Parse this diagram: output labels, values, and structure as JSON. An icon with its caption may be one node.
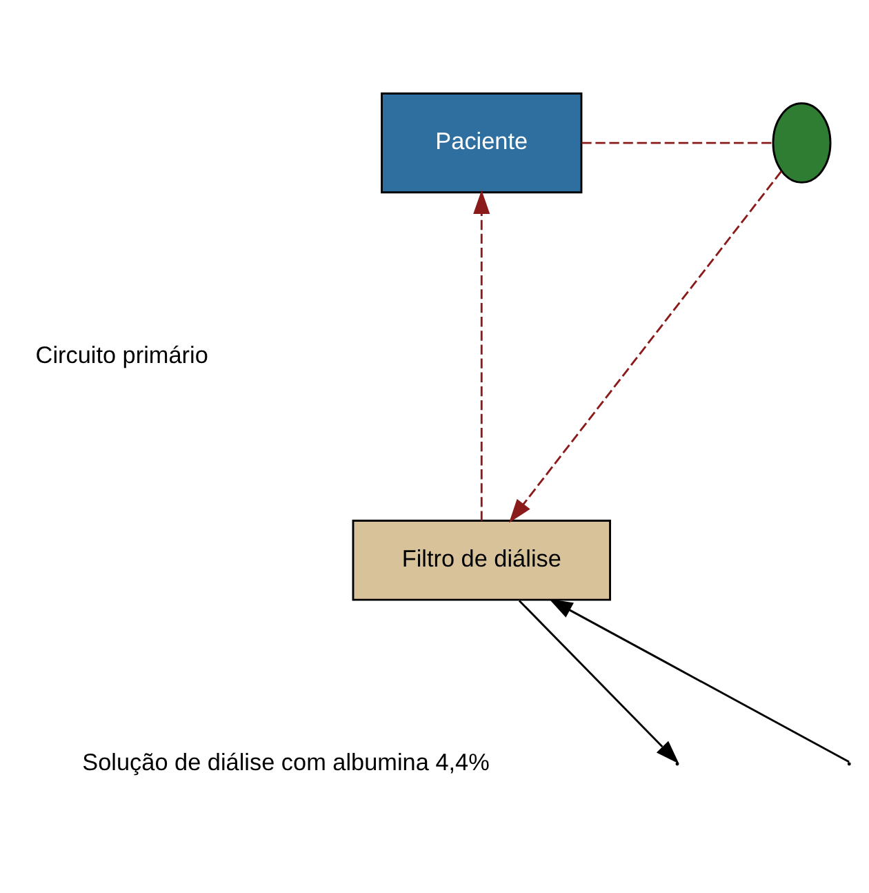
{
  "diagram": {
    "nodes": [
      {
        "text": [
          "Paciente"
        ]
      },
      {
        "text": [],
        "shape": "ellipse"
      },
      {
        "text": [
          "Filtro de diálise"
        ]
      }
    ],
    "edges": [
      {
        "from": 0,
        "to": 1,
        "arrow": "none",
        "style": "dashed",
        "color": "#8b1a1a"
      },
      {
        "from": 1,
        "to": 2,
        "arrow": "to",
        "style": "dashed",
        "color": "#8b1a1a"
      },
      {
        "from": 2,
        "to": 0,
        "arrow": "to",
        "style": "dashed",
        "color": "#8b1a1a"
      },
      {
        "from": null,
        "to": 2,
        "arrow": "to",
        "color": "#000000"
      },
      {
        "from": 2,
        "to": null,
        "arrow": "to",
        "color": "#000000"
      }
    ],
    "labels": [
      "Circuito primário",
      "Solução de diálise com albumina 4,4%"
    ]
  }
}
